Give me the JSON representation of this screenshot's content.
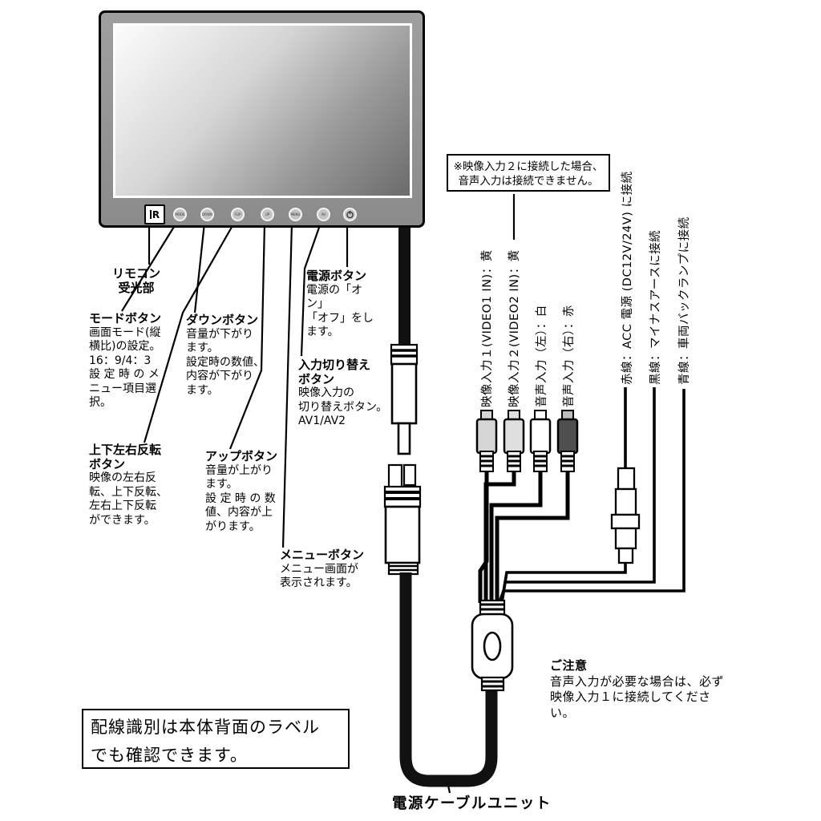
{
  "note_box": {
    "lines": [
      "※映像入力２に接続した場合、",
      "音声入力は接続できません。"
    ]
  },
  "monitor": {
    "ir_label": "R",
    "buttons": [
      "MODE",
      "DOWN",
      "FLIP",
      "UP",
      "MENU",
      "AV",
      "PWR"
    ]
  },
  "callouts": {
    "remote": {
      "title": [
        "リモコン",
        "受光部"
      ]
    },
    "mode": {
      "title": "モードボタン",
      "body": [
        "画面モード(縦",
        "横比)の設定。",
        "16：9/4：3",
        "設 定 時 の メ",
        "ニュー項目選",
        "択。"
      ]
    },
    "down": {
      "title": "ダウンボタン",
      "body": [
        "音量が下がり",
        "ます。",
        "設定時の数値、",
        "内容が下がり",
        "ます。"
      ]
    },
    "power": {
      "title": "電源ボタン",
      "body": [
        "電源の「オン」",
        "「オフ」をし",
        "ます。"
      ]
    },
    "input": {
      "title": [
        "入力切り替え",
        "ボタン"
      ],
      "body": [
        "映像入力の",
        "切り替えボタン。",
        "AV1/AV2"
      ]
    },
    "flip": {
      "title": [
        "上下左右反転",
        "ボタン"
      ],
      "body": [
        "映像の左右反",
        "転、上下反転、",
        "左右上下反転",
        "ができます。"
      ]
    },
    "up": {
      "title": "アップボタン",
      "body": [
        "音量が上がり",
        "ます。",
        "設 定 時 の 数",
        "値、内容が上",
        "がります。"
      ]
    },
    "menu": {
      "title": "メニューボタン",
      "body": [
        "メニュー画面が",
        "表示されます。"
      ]
    }
  },
  "cable_labels": {
    "video1": "映像入力１(VIDEO1 IN)：黄",
    "video2": "映像入力２(VIDEO2 IN)：黄",
    "audio_l": "音声入力（左）：白",
    "audio_r": "音声入力（右）：赤",
    "red_wire": "赤線：ACC 電源 (DC12V/24V) に接続",
    "black_wire": "黒線：マイナスアースに接続",
    "blue_wire": "青線：車両バックランプに接続"
  },
  "caution": {
    "title": "ご注意",
    "body": [
      "音声入力が必要な場合は、必ず",
      "映像入力１に接続してくださ",
      "い。"
    ]
  },
  "wiring_box": {
    "lines": [
      "配線識別は本体背面のラベル",
      "でも確認できます。"
    ]
  },
  "footer_label": "電源ケーブルユニット",
  "colors": {
    "plug_video1": "#d6d6d6",
    "plug_video2": "#dfdfdf",
    "plug_audio_left": "#ffffff",
    "plug_audio_right": "#4f4f4f",
    "line": "#000000"
  }
}
